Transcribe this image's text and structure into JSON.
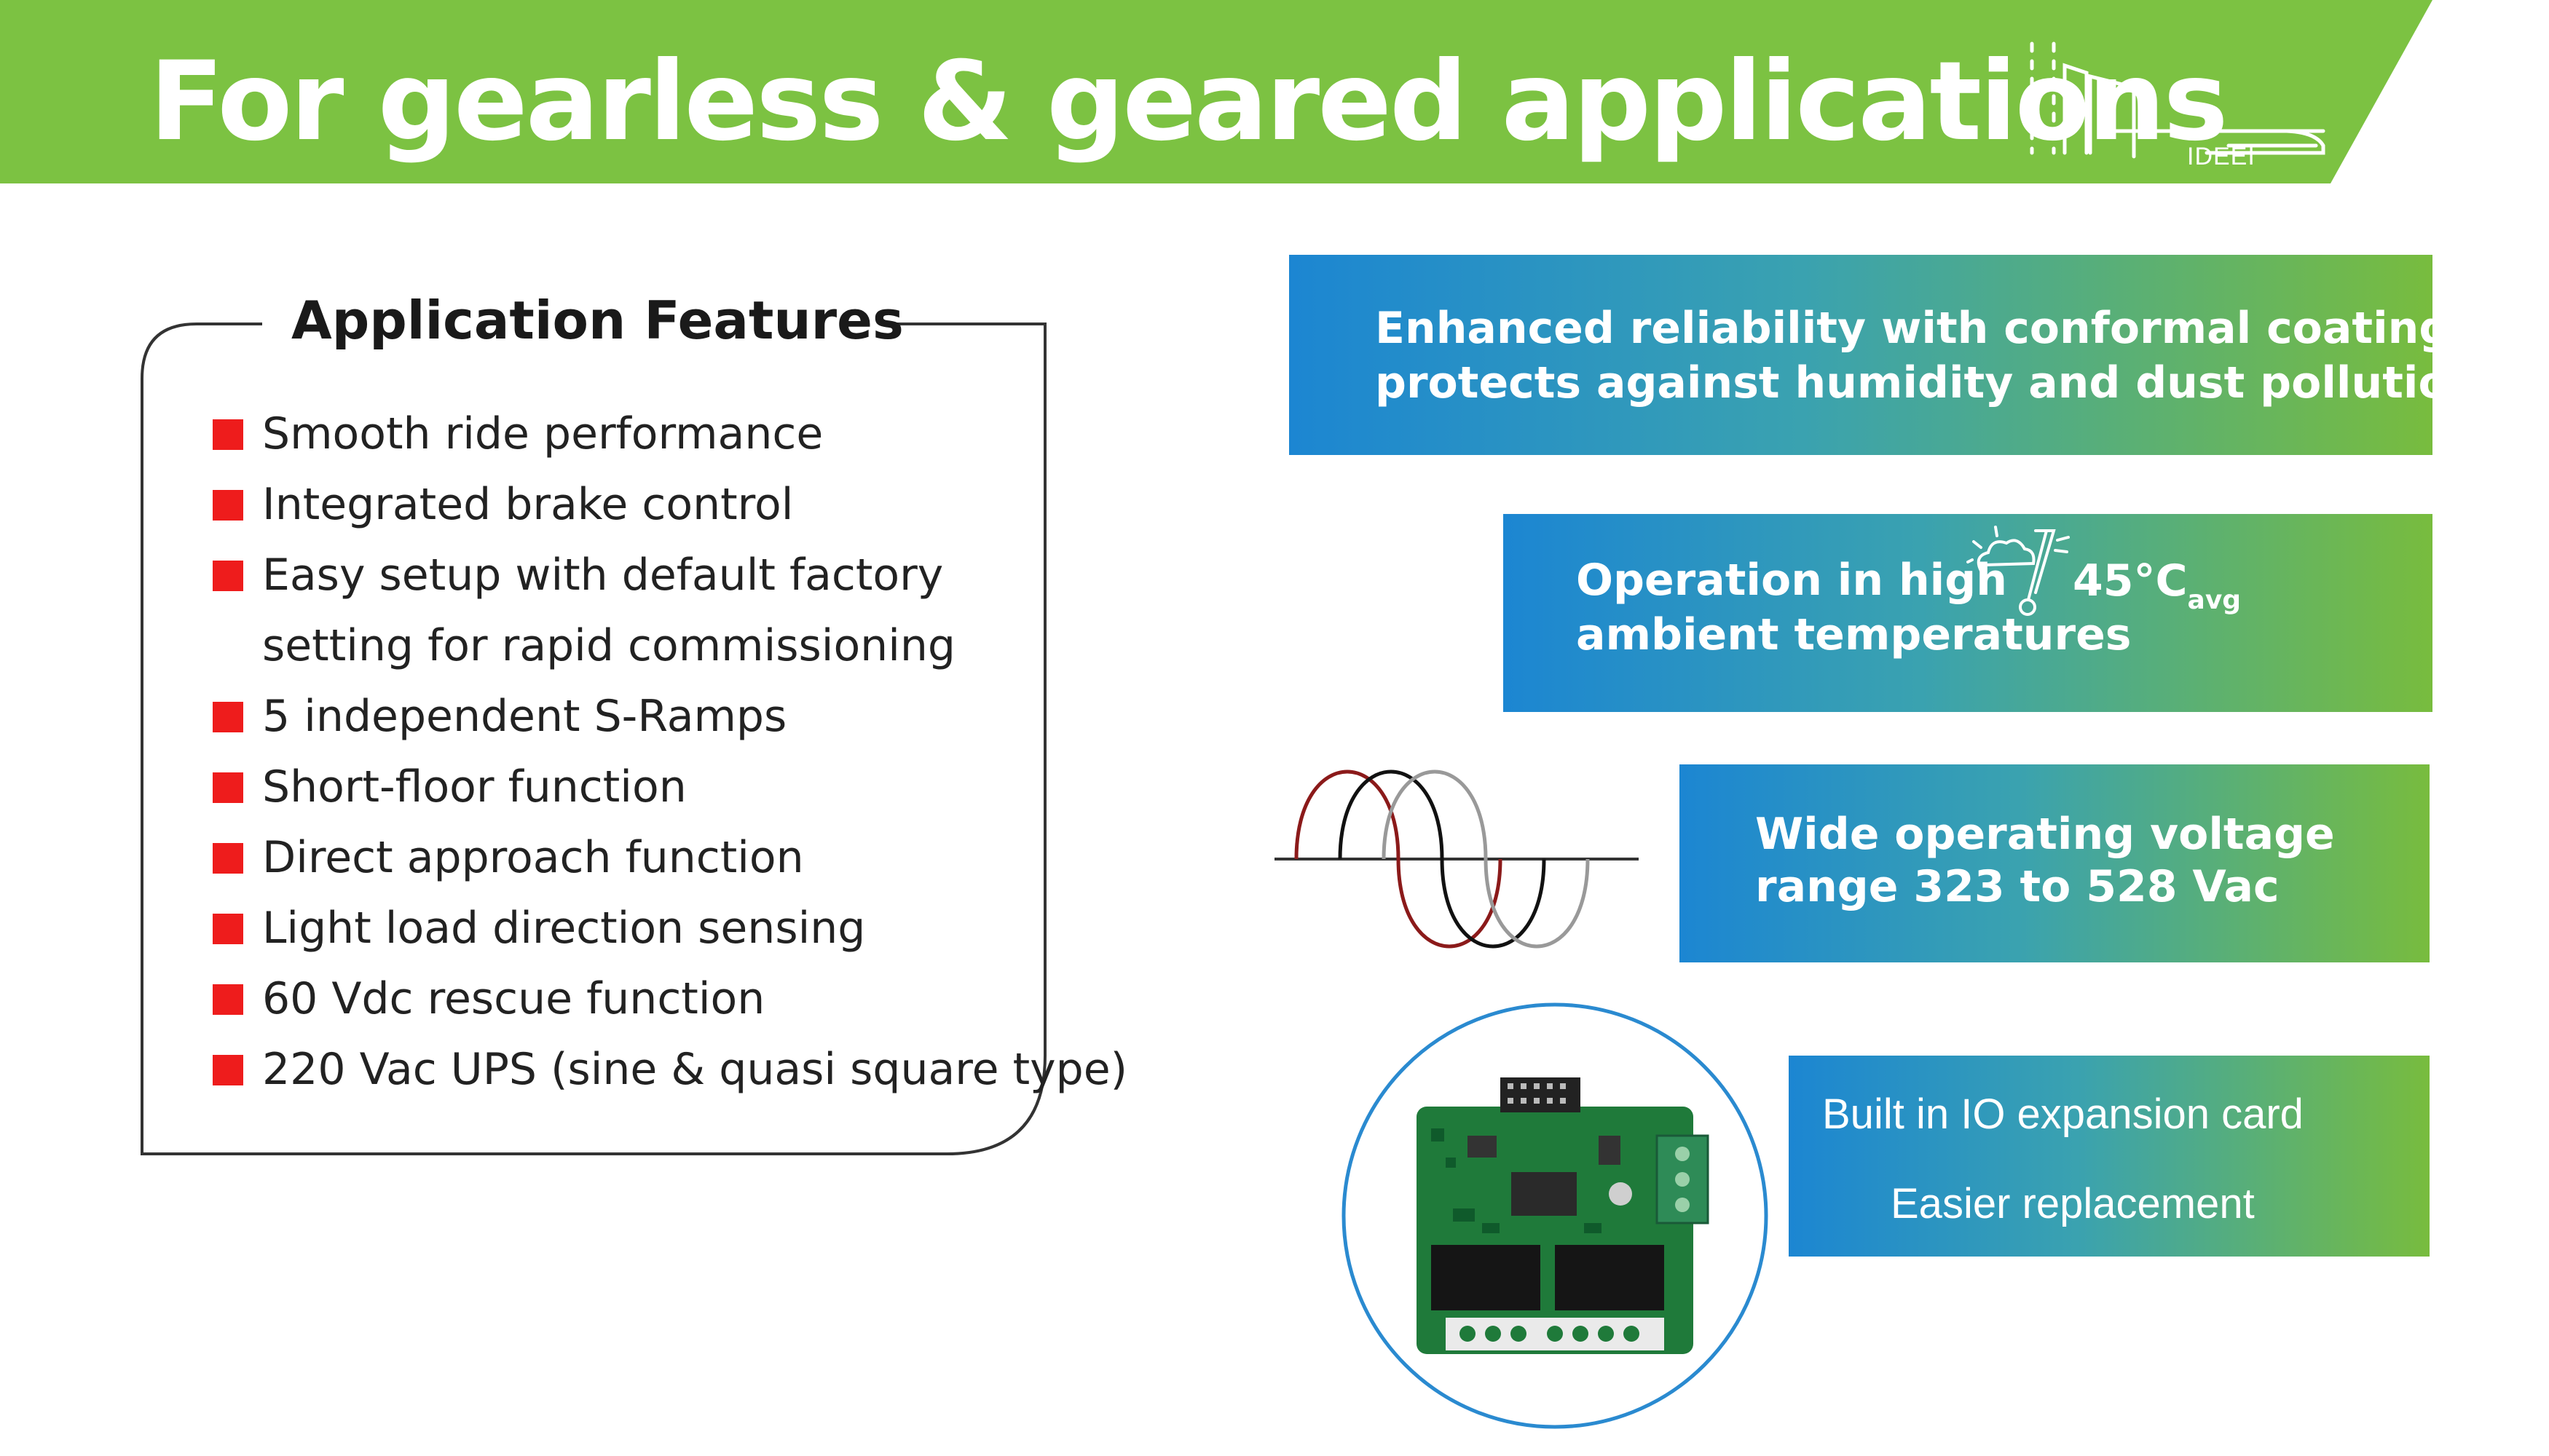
{
  "header": {
    "title": "For gearless & geared applications",
    "brand": "IDEEI",
    "banner_color": "#7cc242"
  },
  "features": {
    "heading": "Application Features",
    "bullet_color": "#ee1c1c",
    "items": [
      "Smooth ride performance",
      "Integrated brake control",
      "Easy setup with default factory setting for rapid commissioning",
      "5 independent S-Ramps",
      "Short-floor function",
      "Direct approach function",
      "Light load direction sensing",
      "60 Vdc rescue function",
      "220 Vac UPS (sine & quasi square type)"
    ]
  },
  "highlights": {
    "reliability": {
      "line1": "Enhanced reliability with conformal coating,",
      "line2": "protects against humidity and dust pollution"
    },
    "temperature": {
      "line1": "Operation in high",
      "line2": "ambient temperatures",
      "value": "45°C",
      "value_sub": "avg",
      "icon": "thermometer-sun-icon"
    },
    "voltage": {
      "line1": "Wide operating voltage",
      "line2": "range 323 to 528 Vac",
      "graphic": "three-phase-sine-wave"
    },
    "io": {
      "line1": "Built in IO expansion card",
      "line2": "Easier replacement",
      "graphic": "io-expansion-card"
    }
  },
  "colors": {
    "gradient_start": "#1c86d2",
    "gradient_end": "#78bc3e",
    "circle_stroke": "#2a8ad0",
    "pcb_green": "#1f7a3a"
  }
}
